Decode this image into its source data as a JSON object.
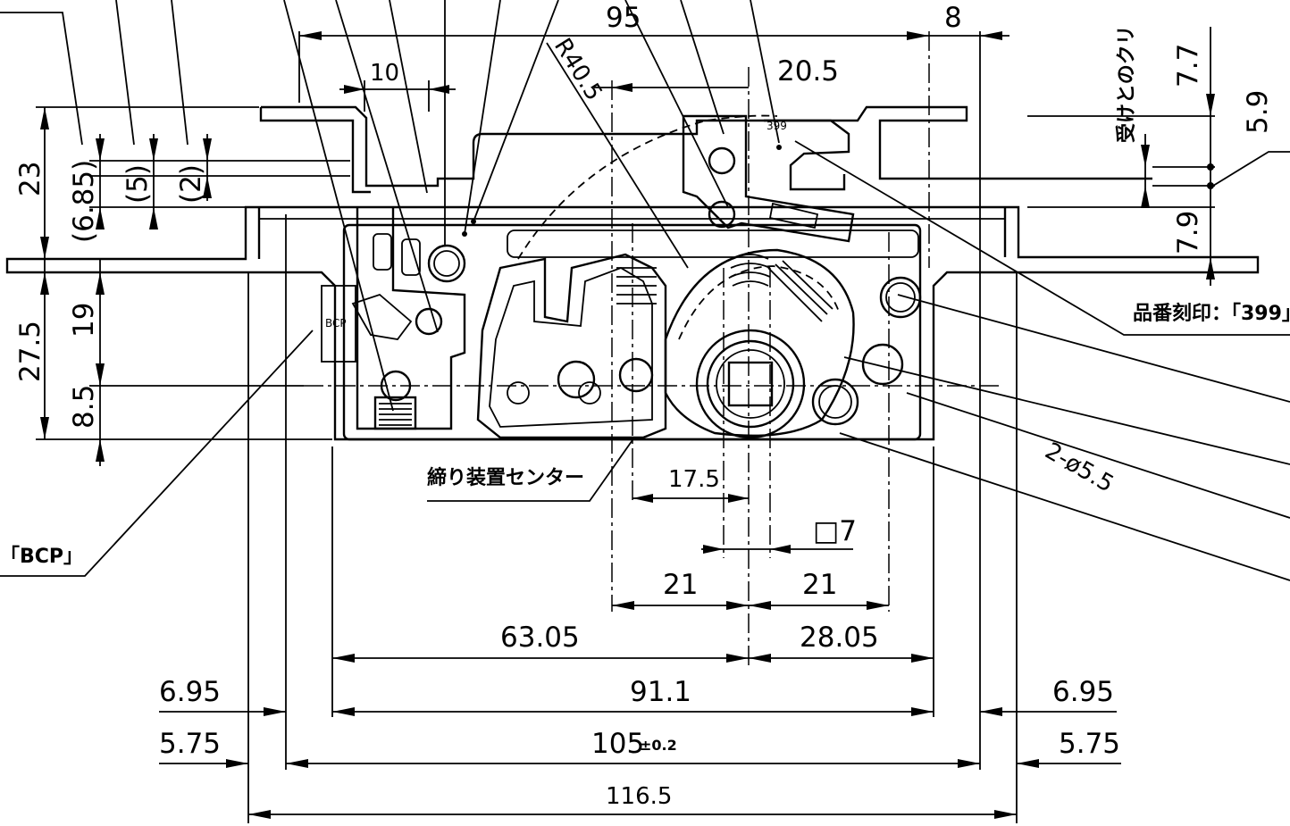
{
  "dims": {
    "d95": "95",
    "d8": "8",
    "d10": "10",
    "r405": "R40.5",
    "d205": "20.5",
    "d23": "23",
    "d685": "(6.85)",
    "d5": "(5)",
    "d2": "(2)",
    "d275": "27.5",
    "d19": "19",
    "d85": "8.5",
    "d77": "7.7",
    "d59": "5.9",
    "d79": "7.9",
    "d175": "17.5",
    "sq7": "□7",
    "d21a": "21",
    "d21b": "21",
    "d6305": "63.05",
    "d2805": "28.05",
    "d695l": "6.95",
    "d911": "91.1",
    "d695r": "6.95",
    "d575l": "5.75",
    "d105": "105",
    "d105tol": "±0.2",
    "d575r": "5.75",
    "d1165": "116.5",
    "holes": "2-ø5.5"
  },
  "notes": {
    "center": "締り装置センター",
    "part_no": "品番刻印：「399」",
    "bcp": "「BCP」",
    "vertical_jp": "受けとのクリ",
    "bcp_mark": "BCP",
    "mark399": "399"
  },
  "colors": {
    "ink": "#000000",
    "paper": "#ffffff"
  }
}
